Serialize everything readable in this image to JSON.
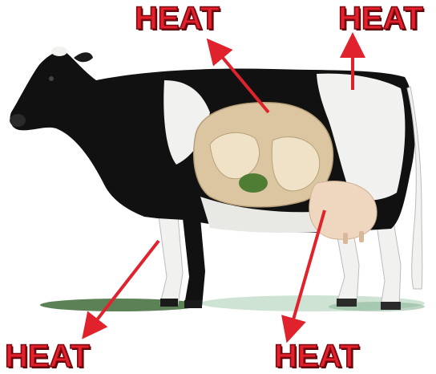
{
  "labels": {
    "heat_top_center": "HEAT",
    "heat_top_right": "HEAT",
    "heat_bottom_left": "HEAT",
    "heat_bottom_right": "HEAT"
  },
  "colors": {
    "label_red": "#e3202b",
    "arrow_red": "#e0222c",
    "cow_black": "#111111",
    "cow_white": "#f1f1ef",
    "rumen_tan": "#dcc6a2",
    "udder_pink": "#efd7bf",
    "grass_green": "#3f6b3a"
  },
  "icons": {
    "cow": "cow-illustration",
    "arrow": "red-arrow"
  }
}
